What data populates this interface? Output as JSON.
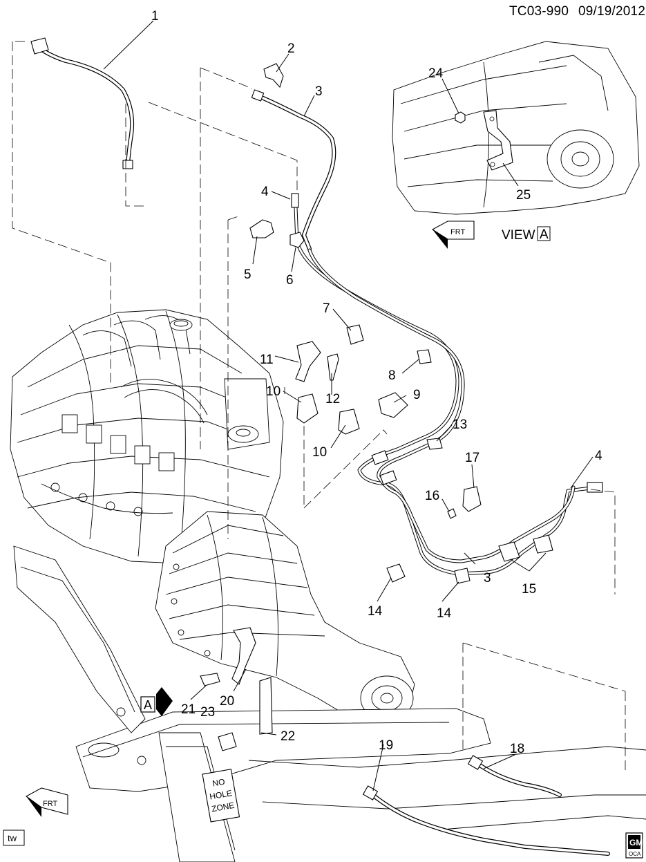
{
  "header": {
    "doc_id": "TC03-990",
    "date": "09/19/2012"
  },
  "view_label": {
    "prefix": "VIEW",
    "letter": "A"
  },
  "callouts": [
    {
      "id": "c1",
      "number": "1"
    },
    {
      "id": "c2",
      "number": "2"
    },
    {
      "id": "c3a",
      "number": "3"
    },
    {
      "id": "c3b",
      "number": "3"
    },
    {
      "id": "c4a",
      "number": "4"
    },
    {
      "id": "c4b",
      "number": "4"
    },
    {
      "id": "c5",
      "number": "5"
    },
    {
      "id": "c6",
      "number": "6"
    },
    {
      "id": "c7",
      "number": "7"
    },
    {
      "id": "c8",
      "number": "8"
    },
    {
      "id": "c9",
      "number": "9"
    },
    {
      "id": "c10a",
      "number": "10"
    },
    {
      "id": "c10b",
      "number": "10"
    },
    {
      "id": "c11",
      "number": "11"
    },
    {
      "id": "c12",
      "number": "12"
    },
    {
      "id": "c13",
      "number": "13"
    },
    {
      "id": "c14a",
      "number": "14"
    },
    {
      "id": "c14b",
      "number": "14"
    },
    {
      "id": "c15",
      "number": "15"
    },
    {
      "id": "c16",
      "number": "16"
    },
    {
      "id": "c17",
      "number": "17"
    },
    {
      "id": "c18",
      "number": "18"
    },
    {
      "id": "c19",
      "number": "19"
    },
    {
      "id": "c20",
      "number": "20"
    },
    {
      "id": "c21",
      "number": "21"
    },
    {
      "id": "c22",
      "number": "22"
    },
    {
      "id": "c23",
      "number": "23"
    },
    {
      "id": "c24",
      "number": "24"
    },
    {
      "id": "c25",
      "number": "25"
    }
  ],
  "view_marker": {
    "letter": "A"
  },
  "frame_stencil": {
    "lines": [
      "NO",
      "HOLE",
      "ZONE"
    ]
  },
  "direction_arrows": [
    {
      "id": "view-front",
      "text": "FRT"
    },
    {
      "id": "main-front",
      "text": "FRT"
    }
  ],
  "footer": {
    "tw_badge": "tw",
    "brand_logo": "GM",
    "brand_sub": "OCA"
  }
}
